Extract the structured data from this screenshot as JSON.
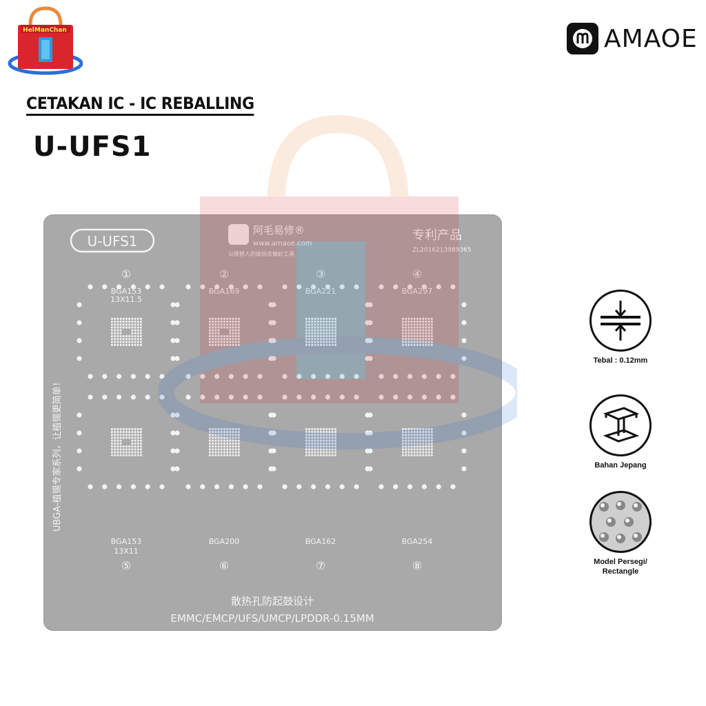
{
  "shop": {
    "logo_text": "HelManChan",
    "icon": "shopping-bag-icon"
  },
  "brand": {
    "name": "AMAOE",
    "icon": "amaoe-logo-icon"
  },
  "heading": "CETAKAN IC - IC REBALLING",
  "model": "U-UFS1",
  "stencil": {
    "badge": "U-UFS1",
    "brand_cn": "阿毛易修®",
    "website": "www.amaoe.com",
    "slogan_cn": "以维修人的体验去做好工具",
    "patent_cn": "专利产品",
    "patent_no": "ZL2016213989365",
    "side_text": "UBGA-植锡专家系列，让植锡更简单！",
    "bottom_cn": "散热孔防起鼓设计",
    "bottom_en": "EMMC/EMCP/UFS/UMCP/LPDDR-0.15MM",
    "slots": [
      {
        "num": "①",
        "name": "BGA153",
        "size": "13X11.5"
      },
      {
        "num": "②",
        "name": "BGA169",
        "size": ""
      },
      {
        "num": "③",
        "name": "BGA221",
        "size": ""
      },
      {
        "num": "④",
        "name": "BGA297",
        "size": ""
      },
      {
        "num": "⑤",
        "name": "BGA153",
        "size": "13X11"
      },
      {
        "num": "⑥",
        "name": "BGA200",
        "size": ""
      },
      {
        "num": "⑦",
        "name": "BGA162",
        "size": ""
      },
      {
        "num": "⑧",
        "name": "BGA254",
        "size": ""
      }
    ]
  },
  "features": [
    {
      "label": "Tebal : 0.12mm",
      "icon": "thickness-icon"
    },
    {
      "label": "Bahan Jepang",
      "icon": "steel-beam-icon"
    },
    {
      "label": "Model Persegi/ Rectangle",
      "icon": "rectangle-model-icon"
    }
  ]
}
